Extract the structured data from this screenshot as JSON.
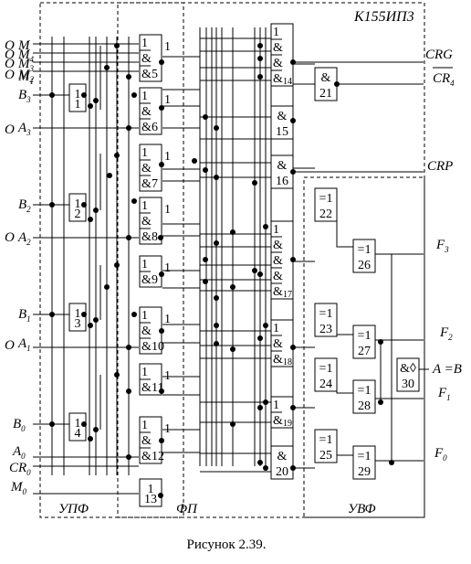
{
  "chip_title": "К155ИП3",
  "blocks": {
    "upf": "УПФ",
    "fp": "ФП",
    "uvf": "УВФ"
  },
  "inputs": {
    "m": [
      "M",
      "M",
      "M",
      "M"
    ],
    "m_sub": [
      "",
      "4",
      "3",
      "2"
    ],
    "m1": "M",
    "m1_sub": "1",
    "b3": "B",
    "b3_sub": "3",
    "a3": "A",
    "a3_sub": "3",
    "b2": "B",
    "b2_sub": "2",
    "a2": "A",
    "a2_sub": "2",
    "b1": "B",
    "b1_sub": "1",
    "a1": "A",
    "a1_sub": "1",
    "b0": "B",
    "b0_sub": "0",
    "a0": "A",
    "a0_sub": "0",
    "cr0": "CR",
    "cr0_sub": "0",
    "m0": "M",
    "m0_sub": "0",
    "o_prefix": "O"
  },
  "outputs": {
    "crg": "CRG",
    "cr4": "CR",
    "cr4_sub": "4",
    "crp": "CRP",
    "f3": "F",
    "f3_sub": "3",
    "f2": "F",
    "f2_sub": "2",
    "a_eq_b": "A =B",
    "f1": "F",
    "f1_sub": "1",
    "f0": "F",
    "f0_sub": "0"
  },
  "gate_symbols": {
    "and": "&",
    "xor": "=1",
    "one": "1",
    "and_inv": "&◊"
  },
  "gate_numbers": [
    "1",
    "2",
    "3",
    "4",
    "5",
    "6",
    "7",
    "8",
    "9",
    "10",
    "11",
    "12",
    "13",
    "14",
    "15",
    "16",
    "17",
    "18",
    "19",
    "20",
    "21",
    "22",
    "23",
    "24",
    "25",
    "26",
    "27",
    "28",
    "29",
    "30"
  ],
  "caption": "Рисунок 2.39."
}
